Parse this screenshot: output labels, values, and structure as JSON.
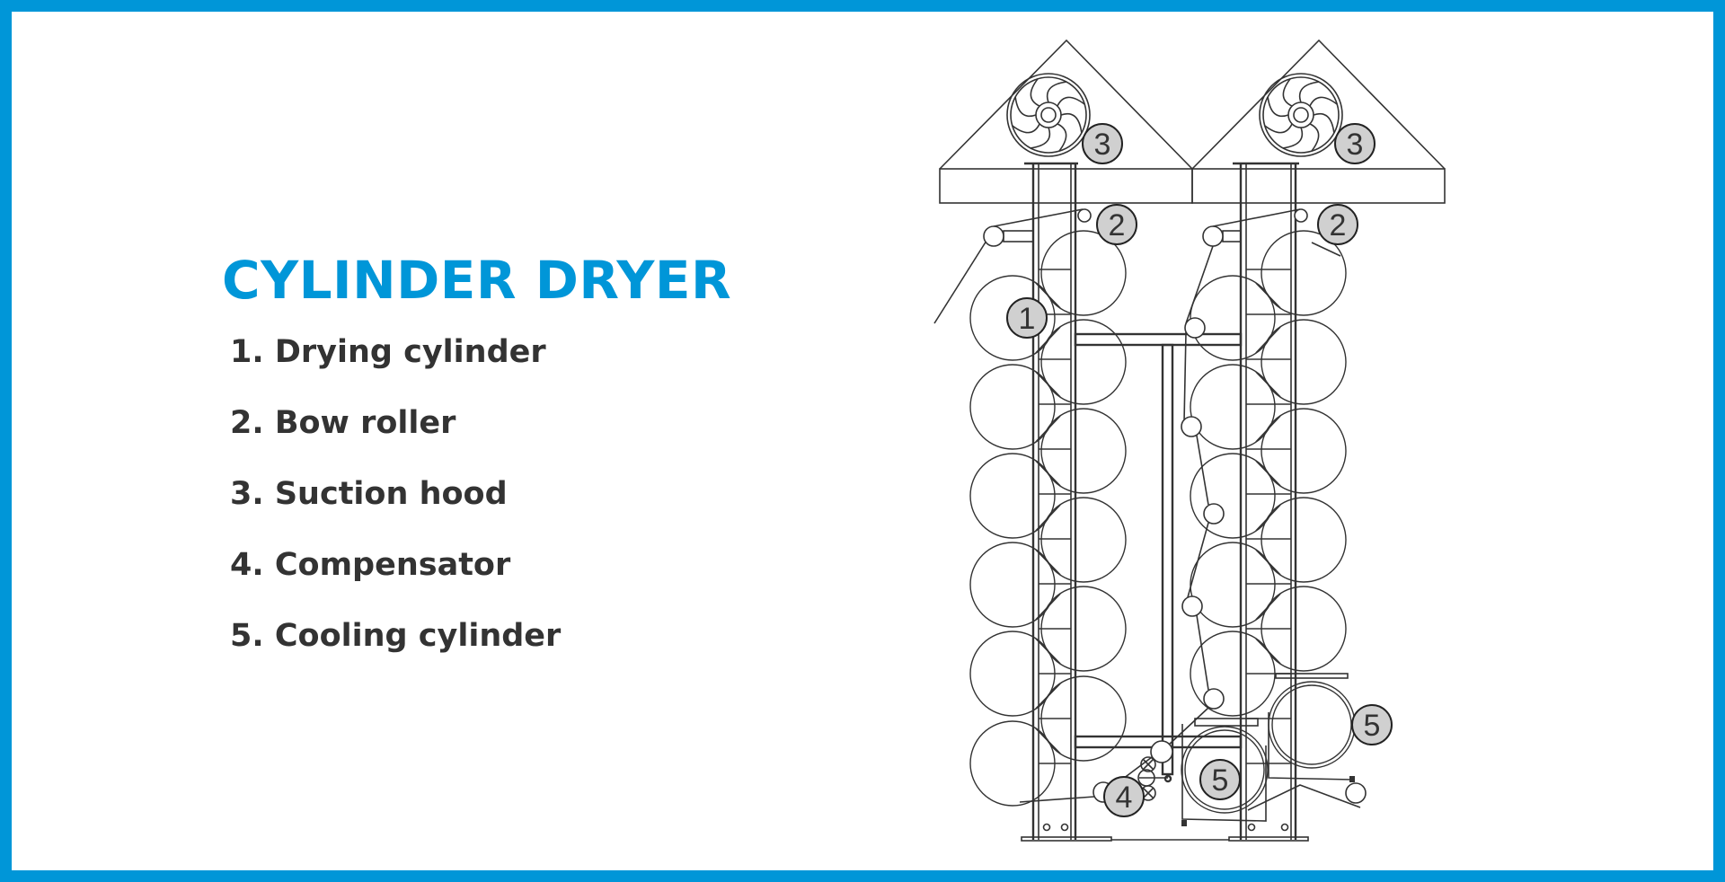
{
  "title": "CYLINDER DRYER",
  "legend": [
    "1. Drying cylinder",
    "2. Bow roller",
    "3. Suction hood",
    "4. Compensator",
    "5. Cooling cylinder"
  ],
  "callouts": {
    "drying_cylinder": "1",
    "bow_roller_left": "2",
    "bow_roller_right": "2",
    "suction_hood_left": "3",
    "suction_hood_right": "3",
    "compensator": "4",
    "cooling_cylinder_lower": "5",
    "cooling_cylinder_upper": "5"
  },
  "colors": {
    "accent": "#0096d8",
    "text": "#333333",
    "callout_fill": "#d0d0d0"
  }
}
